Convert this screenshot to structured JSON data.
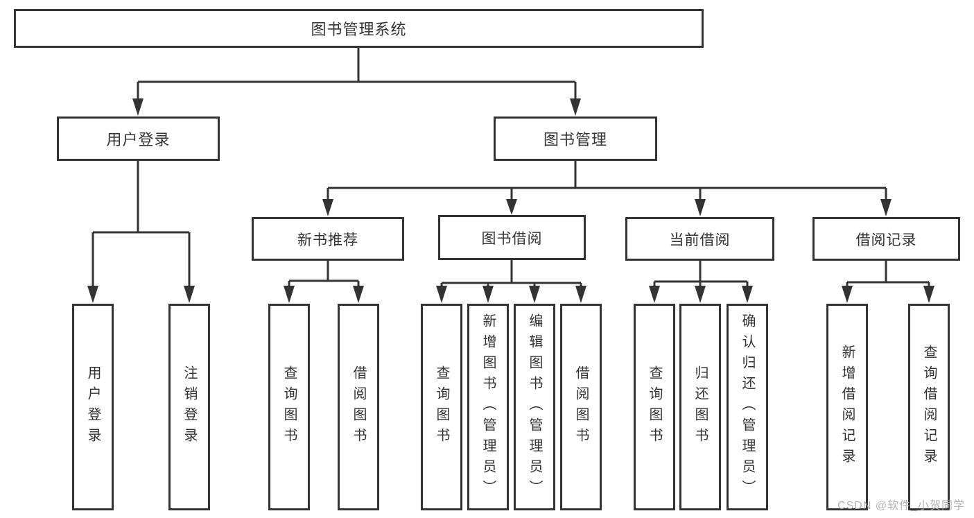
{
  "nodes": {
    "root": "图书管理系统",
    "user_login": "用户登录",
    "book_mgmt": "图书管理",
    "new_books": "新书推荐",
    "book_borrow": "图书借阅",
    "current_borrow": "当前借阅",
    "borrow_records": "借阅记录",
    "leaf_user_login": "用户登录",
    "leaf_logout": "注销登录",
    "leaf_nb_search": "查询图书",
    "leaf_nb_borrow": "借阅图书",
    "leaf_bb_search": "查询图书",
    "leaf_bb_add": "新增图书（管理员）",
    "leaf_bb_edit": "编辑图书（管理员）",
    "leaf_bb_borrow": "借阅图书",
    "leaf_cb_search": "查询图书",
    "leaf_cb_return": "归还图书",
    "leaf_cb_confirm": "确认归还（管理员）",
    "leaf_br_add": "新增借阅记录",
    "leaf_br_search": "查询借阅记录"
  },
  "watermark": "CSDN @软件_小贺同学",
  "colors": {
    "line": "#333333",
    "watermark": "#adadad",
    "background": "#ffffff"
  }
}
